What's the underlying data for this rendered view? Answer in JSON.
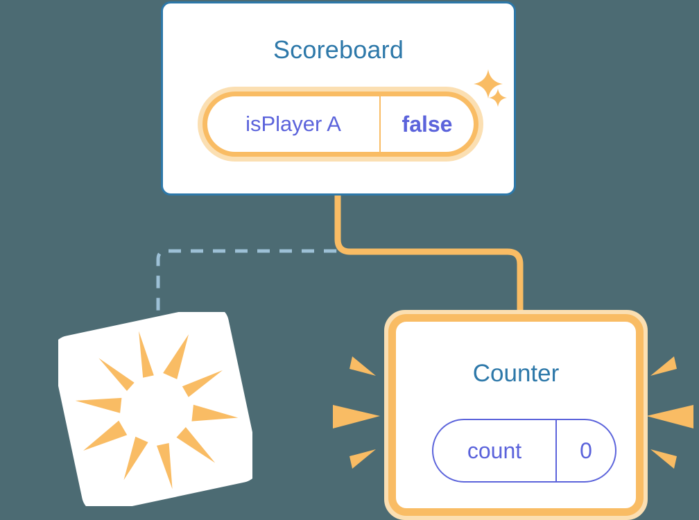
{
  "theme": {
    "background": "#4c6b73",
    "card_blue": "#2d78a9",
    "accent_orange": "#f9bc64",
    "accent_orange_soft": "#fbdfb2",
    "value_indigo": "#5b63db",
    "dashed_blue": "#9dc0d6",
    "card_white": "#ffffff"
  },
  "scoreboard": {
    "title": "Scoreboard",
    "state": {
      "key": "isPlayer A",
      "value": "false"
    },
    "sparkles": [
      {
        "name": "sparkle-large",
        "size": 44
      },
      {
        "name": "sparkle-small",
        "size": 26
      }
    ]
  },
  "counter": {
    "title": "Counter",
    "state": {
      "key": "count",
      "value": "0"
    }
  },
  "burst_card": {
    "rays": 10,
    "rotation_deg": -12
  },
  "connectors": [
    {
      "name": "scoreboard-to-counter",
      "style": "solid",
      "color": "#f9bc64"
    },
    {
      "name": "scoreboard-to-burst-card",
      "style": "dashed",
      "color": "#9dc0d6"
    }
  ]
}
